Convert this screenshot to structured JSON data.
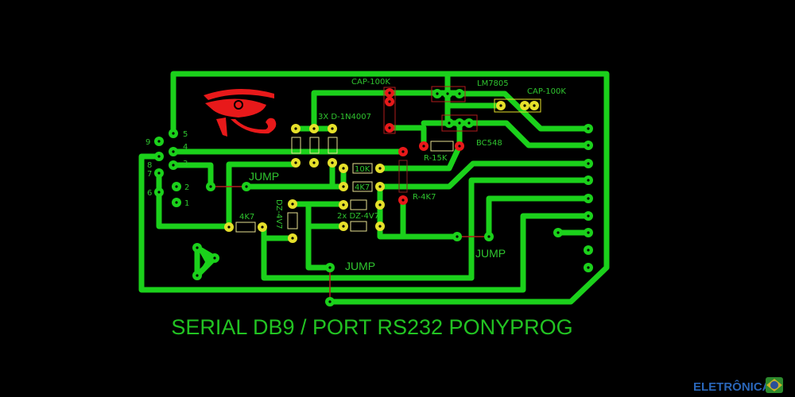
{
  "labels": {
    "cap1": "CAP-100K",
    "cap2": "CAP-100K",
    "regulator": "LM7805",
    "transistor": "BC548",
    "diodes": "3X D-1N4007",
    "r15k": "R-15K",
    "r4k7": "R-4K7",
    "res10k": "10K",
    "res4k7a": "4K7",
    "res4k7b": "4K7",
    "zener_single": "DZ-4V7",
    "zener_pair": "2x DZ-4V7",
    "jump1": "JUMP",
    "jump2": "JUMP",
    "jump3": "JUMP"
  },
  "db9_pins": [
    "9",
    "8",
    "7",
    "6",
    "5",
    "4",
    "3",
    "2",
    "1"
  ],
  "title": "SERIAL DB9 / PORT RS232 PONYPROG",
  "watermark": "ELETRÔNICA BR",
  "colors": {
    "trace": "#1bd11b",
    "pad_yellow": "#e6e02a",
    "pad_red": "#e8191a",
    "background": "#000000"
  }
}
